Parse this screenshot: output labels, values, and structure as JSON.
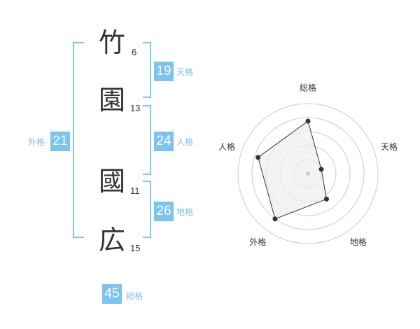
{
  "name": {
    "chars": [
      {
        "char": "竹",
        "strokes": "6"
      },
      {
        "char": "園",
        "strokes": "13"
      },
      {
        "char": "國",
        "strokes": "11"
      },
      {
        "char": "広",
        "strokes": "15"
      }
    ]
  },
  "fortunes": {
    "tenkaku": {
      "value": "19",
      "label": "天格"
    },
    "jinkaku": {
      "value": "24",
      "label": "人格"
    },
    "chikaku": {
      "value": "26",
      "label": "地格"
    },
    "gaikaku": {
      "value": "21",
      "label": "外格"
    },
    "soukaku": {
      "value": "45",
      "label": "総格"
    }
  },
  "chart_data": {
    "type": "radar",
    "axes": [
      "総格",
      "天格",
      "地格",
      "外格",
      "人格"
    ],
    "values": [
      0.75,
      0.2,
      0.45,
      0.8,
      0.75
    ],
    "range": [
      0,
      1
    ],
    "rings": 5,
    "grid": true,
    "colors": {
      "fill": "#eeeeee",
      "line": "#333333",
      "point": "#333333",
      "ring": "#cccccc",
      "accent": "#7dc3f0"
    }
  }
}
